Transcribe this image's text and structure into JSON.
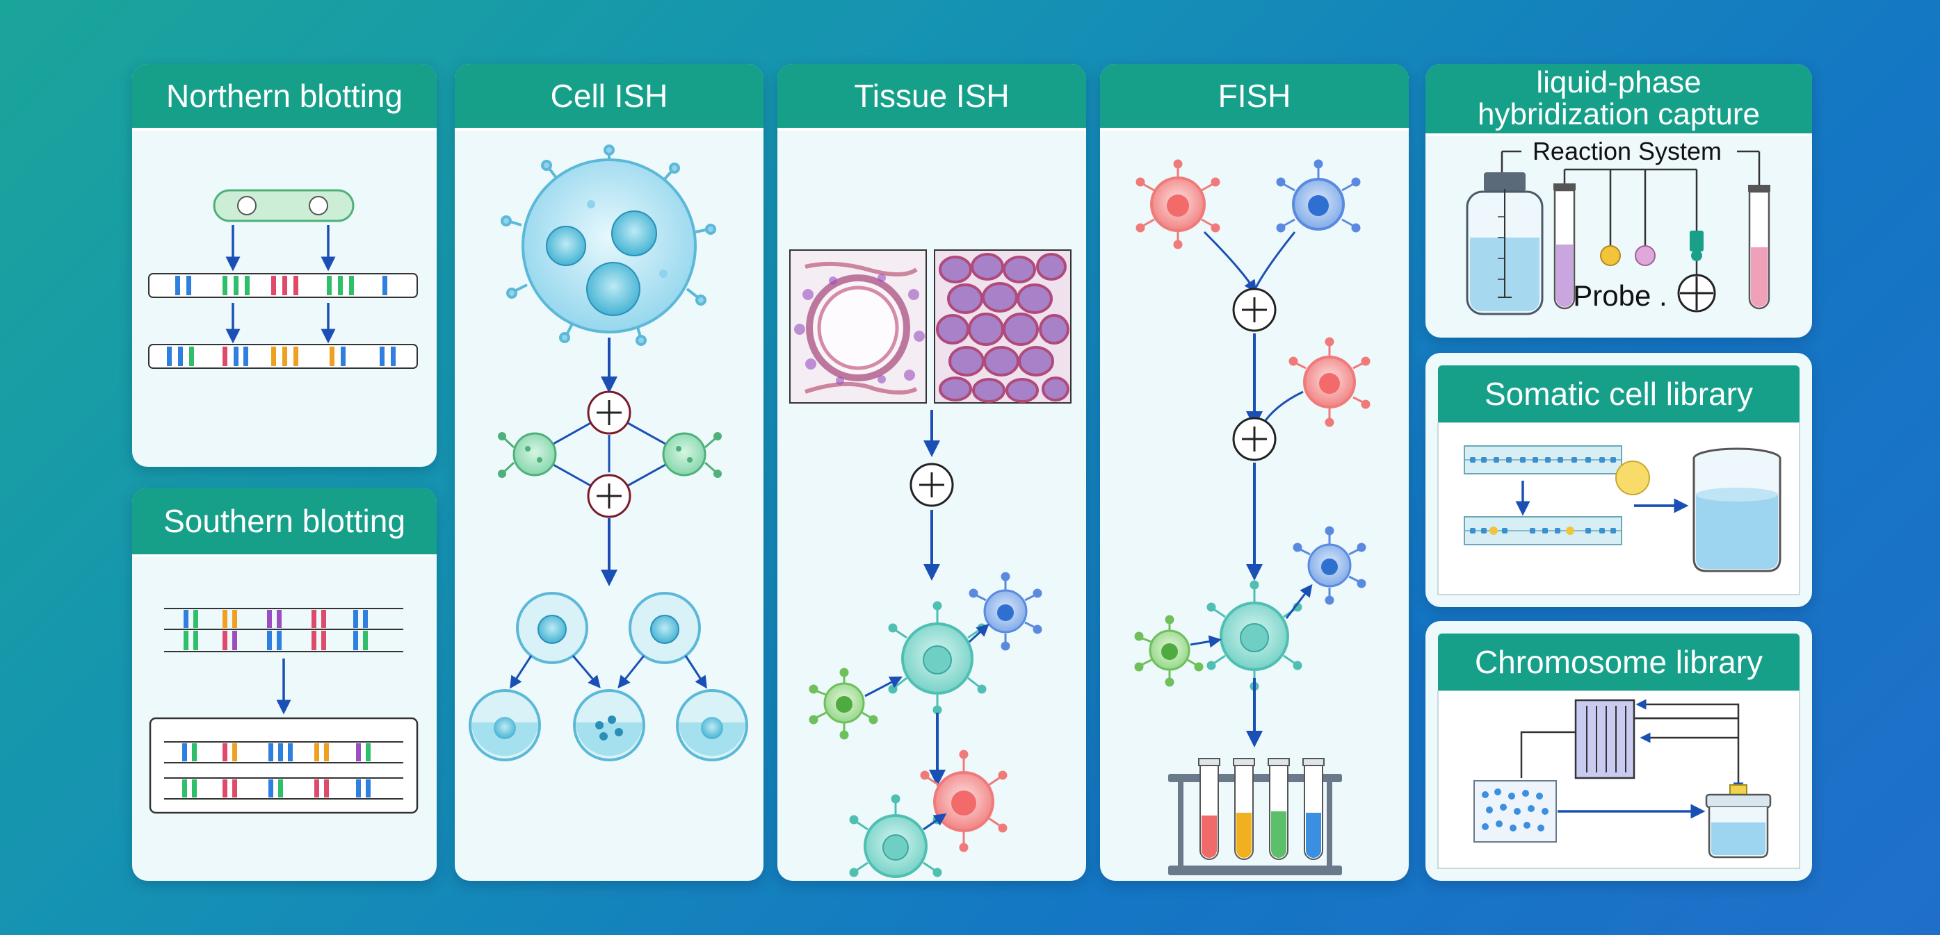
{
  "panels": {
    "northern": {
      "title": "Northern blotting"
    },
    "southern": {
      "title": "Southern blotting"
    },
    "cell_ish": {
      "title": "Cell ISH"
    },
    "tissue_ish": {
      "title": "Tissue ISH"
    },
    "fish": {
      "title": "FISH"
    },
    "liquid": {
      "title_line1": "liquid-phase",
      "title_line2": "hybridization capture",
      "reaction_label": "Reaction System",
      "probe_label": "Probe ."
    },
    "somatic": {
      "title": "Somatic cell library"
    },
    "chromosome": {
      "title": "Chromosome library"
    }
  },
  "colors": {
    "header": "#16a08a",
    "panel_bg": "#eef9fb",
    "arrow": "#1a4fb5",
    "band_blue": "#2f7fe0",
    "band_green": "#2fbf6a",
    "band_red": "#e04a6a",
    "band_orange": "#f0a020",
    "band_purple": "#9a4fc0"
  }
}
